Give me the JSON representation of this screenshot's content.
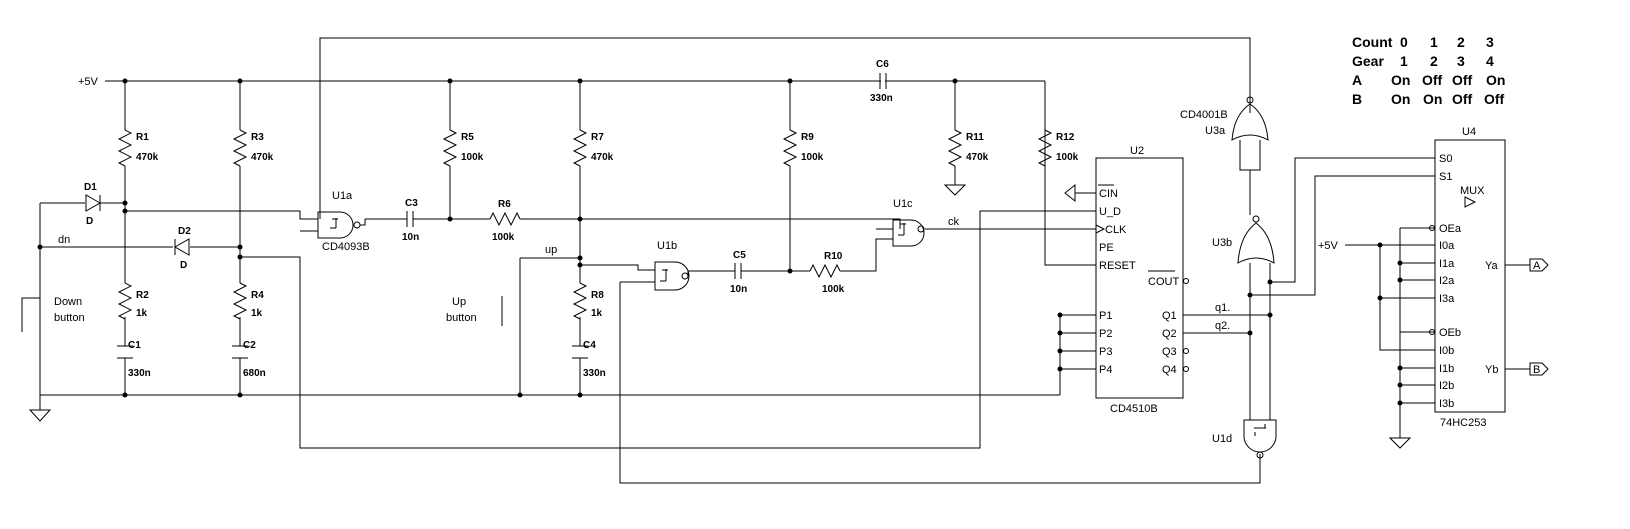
{
  "supply": {
    "vcc": "+5V",
    "vcc2": "+5V"
  },
  "truth_table": {
    "rows": [
      {
        "label": "Count",
        "values": [
          "0",
          "1",
          "2",
          "3"
        ]
      },
      {
        "label": "Gear",
        "values": [
          "1",
          "2",
          "3",
          "4"
        ]
      },
      {
        "label": "A",
        "values": [
          "On",
          "Off",
          "Off",
          "On"
        ]
      },
      {
        "label": "B",
        "values": [
          "On",
          "On",
          "Off",
          "Off"
        ]
      }
    ]
  },
  "resistors": {
    "R1": {
      "name": "R1",
      "value": "470k"
    },
    "R2": {
      "name": "R2",
      "value": "1k"
    },
    "R3": {
      "name": "R3",
      "value": "470k"
    },
    "R4": {
      "name": "R4",
      "value": "1k"
    },
    "R5": {
      "name": "R5",
      "value": "100k"
    },
    "R6": {
      "name": "R6",
      "value": "100k"
    },
    "R7": {
      "name": "R7",
      "value": "470k"
    },
    "R8": {
      "name": "R8",
      "value": "1k"
    },
    "R9": {
      "name": "R9",
      "value": "100k"
    },
    "R10": {
      "name": "R10",
      "value": "100k"
    },
    "R11": {
      "name": "R11",
      "value": "470k"
    },
    "R12": {
      "name": "R12",
      "value": "100k"
    }
  },
  "capacitors": {
    "C1": {
      "name": "C1",
      "value": "330n"
    },
    "C2": {
      "name": "C2",
      "value": "680n"
    },
    "C3": {
      "name": "C3",
      "value": "10n"
    },
    "C4": {
      "name": "C4",
      "value": "330n"
    },
    "C5": {
      "name": "C5",
      "value": "10n"
    },
    "C6": {
      "name": "C6",
      "value": "330n"
    }
  },
  "diodes": {
    "D1": {
      "name": "D1",
      "value": "D"
    },
    "D2": {
      "name": "D2",
      "value": "D"
    }
  },
  "buttons": {
    "down": {
      "line1": "Down",
      "line2": "button"
    },
    "up": {
      "line1": "Up",
      "line2": "button"
    }
  },
  "nets": {
    "dn": "dn",
    "up": "up",
    "ck": "ck",
    "q1": "q1.",
    "q2": "q2."
  },
  "gates": {
    "U1a": "U1a",
    "U1b": "U1b",
    "U1c": "U1c",
    "U1d": "U1d",
    "U1_part": "CD4093B",
    "U3a": "U3a",
    "U3b": "U3b",
    "U3_part": "CD4001B"
  },
  "counter": {
    "ref": "U2",
    "part": "CD4510B",
    "left_pins": [
      "CIN",
      "U_D",
      "CLK",
      "PE",
      "RESET",
      "P1",
      "P2",
      "P3",
      "P4"
    ],
    "right_pins": [
      "COUT",
      "Q1",
      "Q2",
      "Q3",
      "Q4"
    ]
  },
  "mux": {
    "ref": "U4",
    "part": "74HC253",
    "title": "MUX",
    "left_pins": [
      "S0",
      "S1",
      "OEa",
      "I0a",
      "I1a",
      "I2a",
      "I3a",
      "OEb",
      "I0b",
      "I1b",
      "I2b",
      "I3b"
    ],
    "right_pins": [
      "Ya",
      "Yb"
    ]
  },
  "outputs": {
    "a": "A",
    "b": "B"
  }
}
